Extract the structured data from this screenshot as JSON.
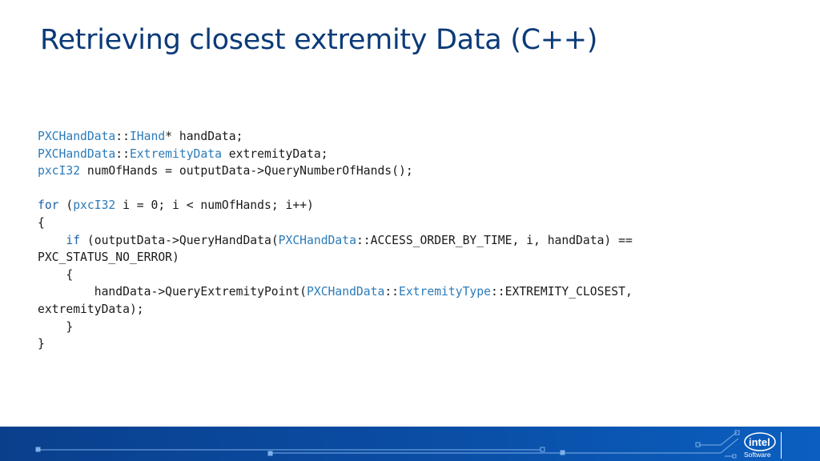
{
  "slide": {
    "title": "Retrieving closest extremity Data (C++)"
  },
  "code_lines": [
    [
      {
        "t": "PXCHandData",
        "c": "type"
      },
      {
        "t": "::"
      },
      {
        "t": "IHand",
        "c": "type"
      },
      {
        "t": "* handData;"
      }
    ],
    [
      {
        "t": "PXCHandData",
        "c": "type"
      },
      {
        "t": "::"
      },
      {
        "t": "ExtremityData",
        "c": "type"
      },
      {
        "t": " extremityData;"
      }
    ],
    [
      {
        "t": "pxcI32",
        "c": "type"
      },
      {
        "t": " numOfHands = outputData->QueryNumberOfHands();"
      }
    ],
    [],
    [
      {
        "t": "for",
        "c": "kw"
      },
      {
        "t": " ("
      },
      {
        "t": "pxcI32",
        "c": "type"
      },
      {
        "t": " i = 0; i < numOfHands; i++)"
      }
    ],
    [
      {
        "t": "{"
      }
    ],
    [
      {
        "t": "    "
      },
      {
        "t": "if",
        "c": "kw"
      },
      {
        "t": " (outputData->QueryHandData("
      },
      {
        "t": "PXCHandData",
        "c": "type"
      },
      {
        "t": "::ACCESS_ORDER_BY_TIME, i, handData) =="
      }
    ],
    [
      {
        "t": "PXC_STATUS_NO_ERROR)"
      }
    ],
    [
      {
        "t": "    {"
      }
    ],
    [
      {
        "t": "        handData->QueryExtremityPoint("
      },
      {
        "t": "PXCHandData",
        "c": "type"
      },
      {
        "t": "::"
      },
      {
        "t": "ExtremityType",
        "c": "type"
      },
      {
        "t": "::EXTREMITY_CLOSEST,"
      }
    ],
    [
      {
        "t": "extremityData);"
      }
    ],
    [
      {
        "t": "    }"
      }
    ],
    [
      {
        "t": "}"
      }
    ]
  ],
  "branding": {
    "logo_text": "intel",
    "sub_label": "Software",
    "logo_icon": "intel-logo-icon"
  },
  "colors": {
    "title": "#0b3a78",
    "type_token": "#2b7bb9",
    "keyword": "#1f5fa8",
    "footer": "#0a4ea6"
  }
}
